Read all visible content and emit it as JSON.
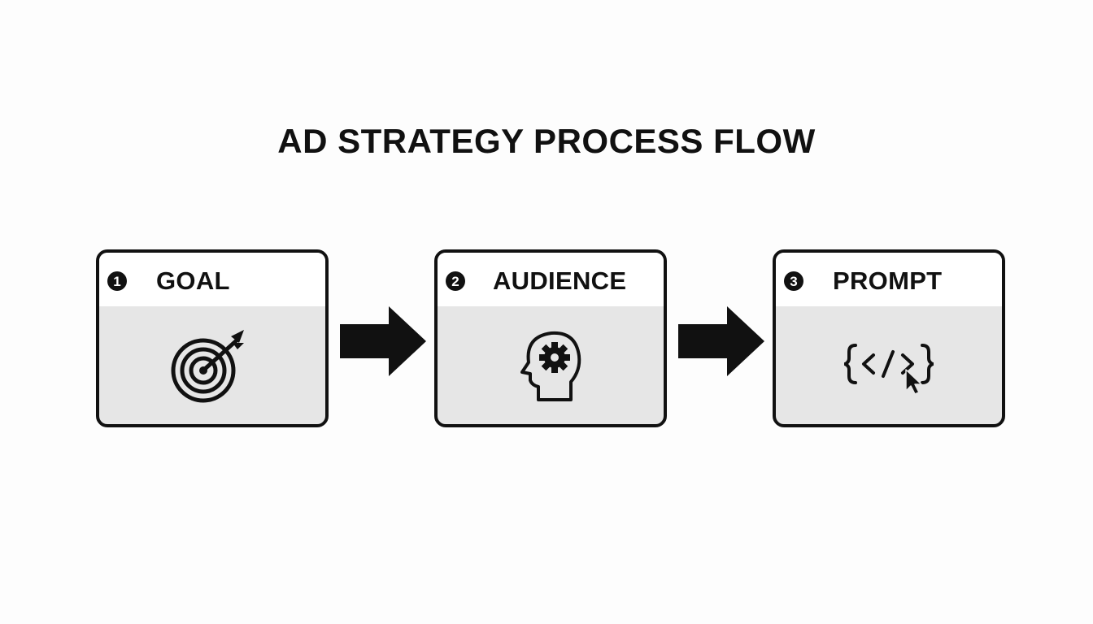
{
  "title": "AD STRATEGY PROCESS FLOW",
  "steps": [
    {
      "number": "1",
      "label": "GOAL",
      "icon": "target-arrow-icon"
    },
    {
      "number": "2",
      "label": "AUDIENCE",
      "icon": "head-gear-icon"
    },
    {
      "number": "3",
      "label": "PROMPT",
      "icon": "code-cursor-icon"
    }
  ],
  "colors": {
    "stroke": "#111111",
    "panel": "#e6e6e6",
    "header": "#ffffff"
  }
}
